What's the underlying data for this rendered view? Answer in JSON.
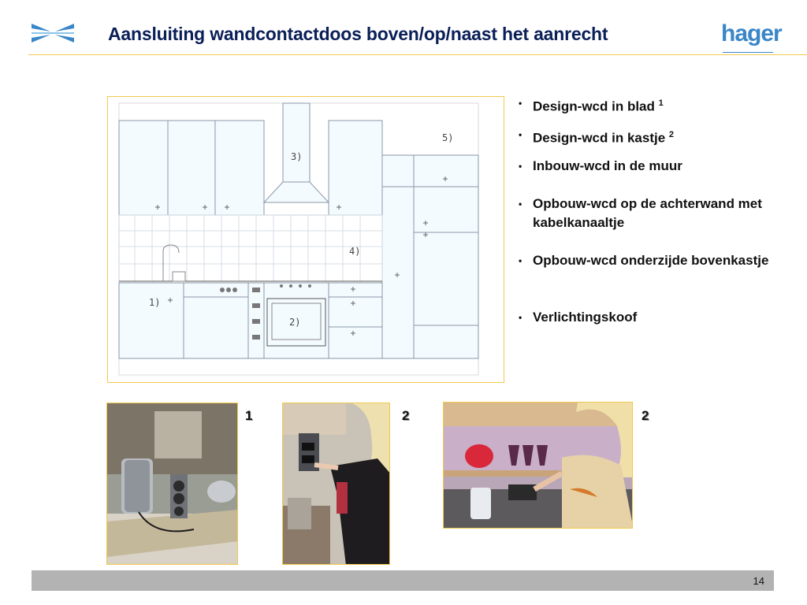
{
  "header": {
    "title": "Aansluiting wandcontactdoos boven/op/naast het aanrecht",
    "brand": "hager",
    "logo_icon": "blue-fan-logo-icon"
  },
  "drawing": {
    "labels": {
      "l1": "1)",
      "l2": "2)",
      "l3": "3)",
      "l4": "4)",
      "l5": "5)"
    }
  },
  "bullets": {
    "items": [
      {
        "text": "Design-wcd in blad",
        "sup": "1"
      },
      {
        "text": "Design-wcd in kastje",
        "sup": "2"
      },
      {
        "text": "Inbouw-wcd in de muur",
        "sup": ""
      },
      {
        "text": "Opbouw-wcd op de achterwand met kabelkanaaltje",
        "sup": ""
      },
      {
        "text": "Opbouw-wcd onderzijde bovenkastje",
        "sup": ""
      },
      {
        "text": "Verlichtingskoof",
        "sup": ""
      }
    ]
  },
  "photos": [
    {
      "number": "1",
      "icon": "kettle-countertop-socket-photo"
    },
    {
      "number": "2",
      "icon": "woman-cabinet-socket-photo"
    },
    {
      "number": "2",
      "icon": "woman-kitchen-counter-photo"
    }
  ],
  "footer": {
    "page_number": "14"
  },
  "colors": {
    "title": "#0a1f57",
    "brand": "#3a86c8",
    "accent_rule": "#f2c94c",
    "footer_bar": "#b3b3b3"
  }
}
